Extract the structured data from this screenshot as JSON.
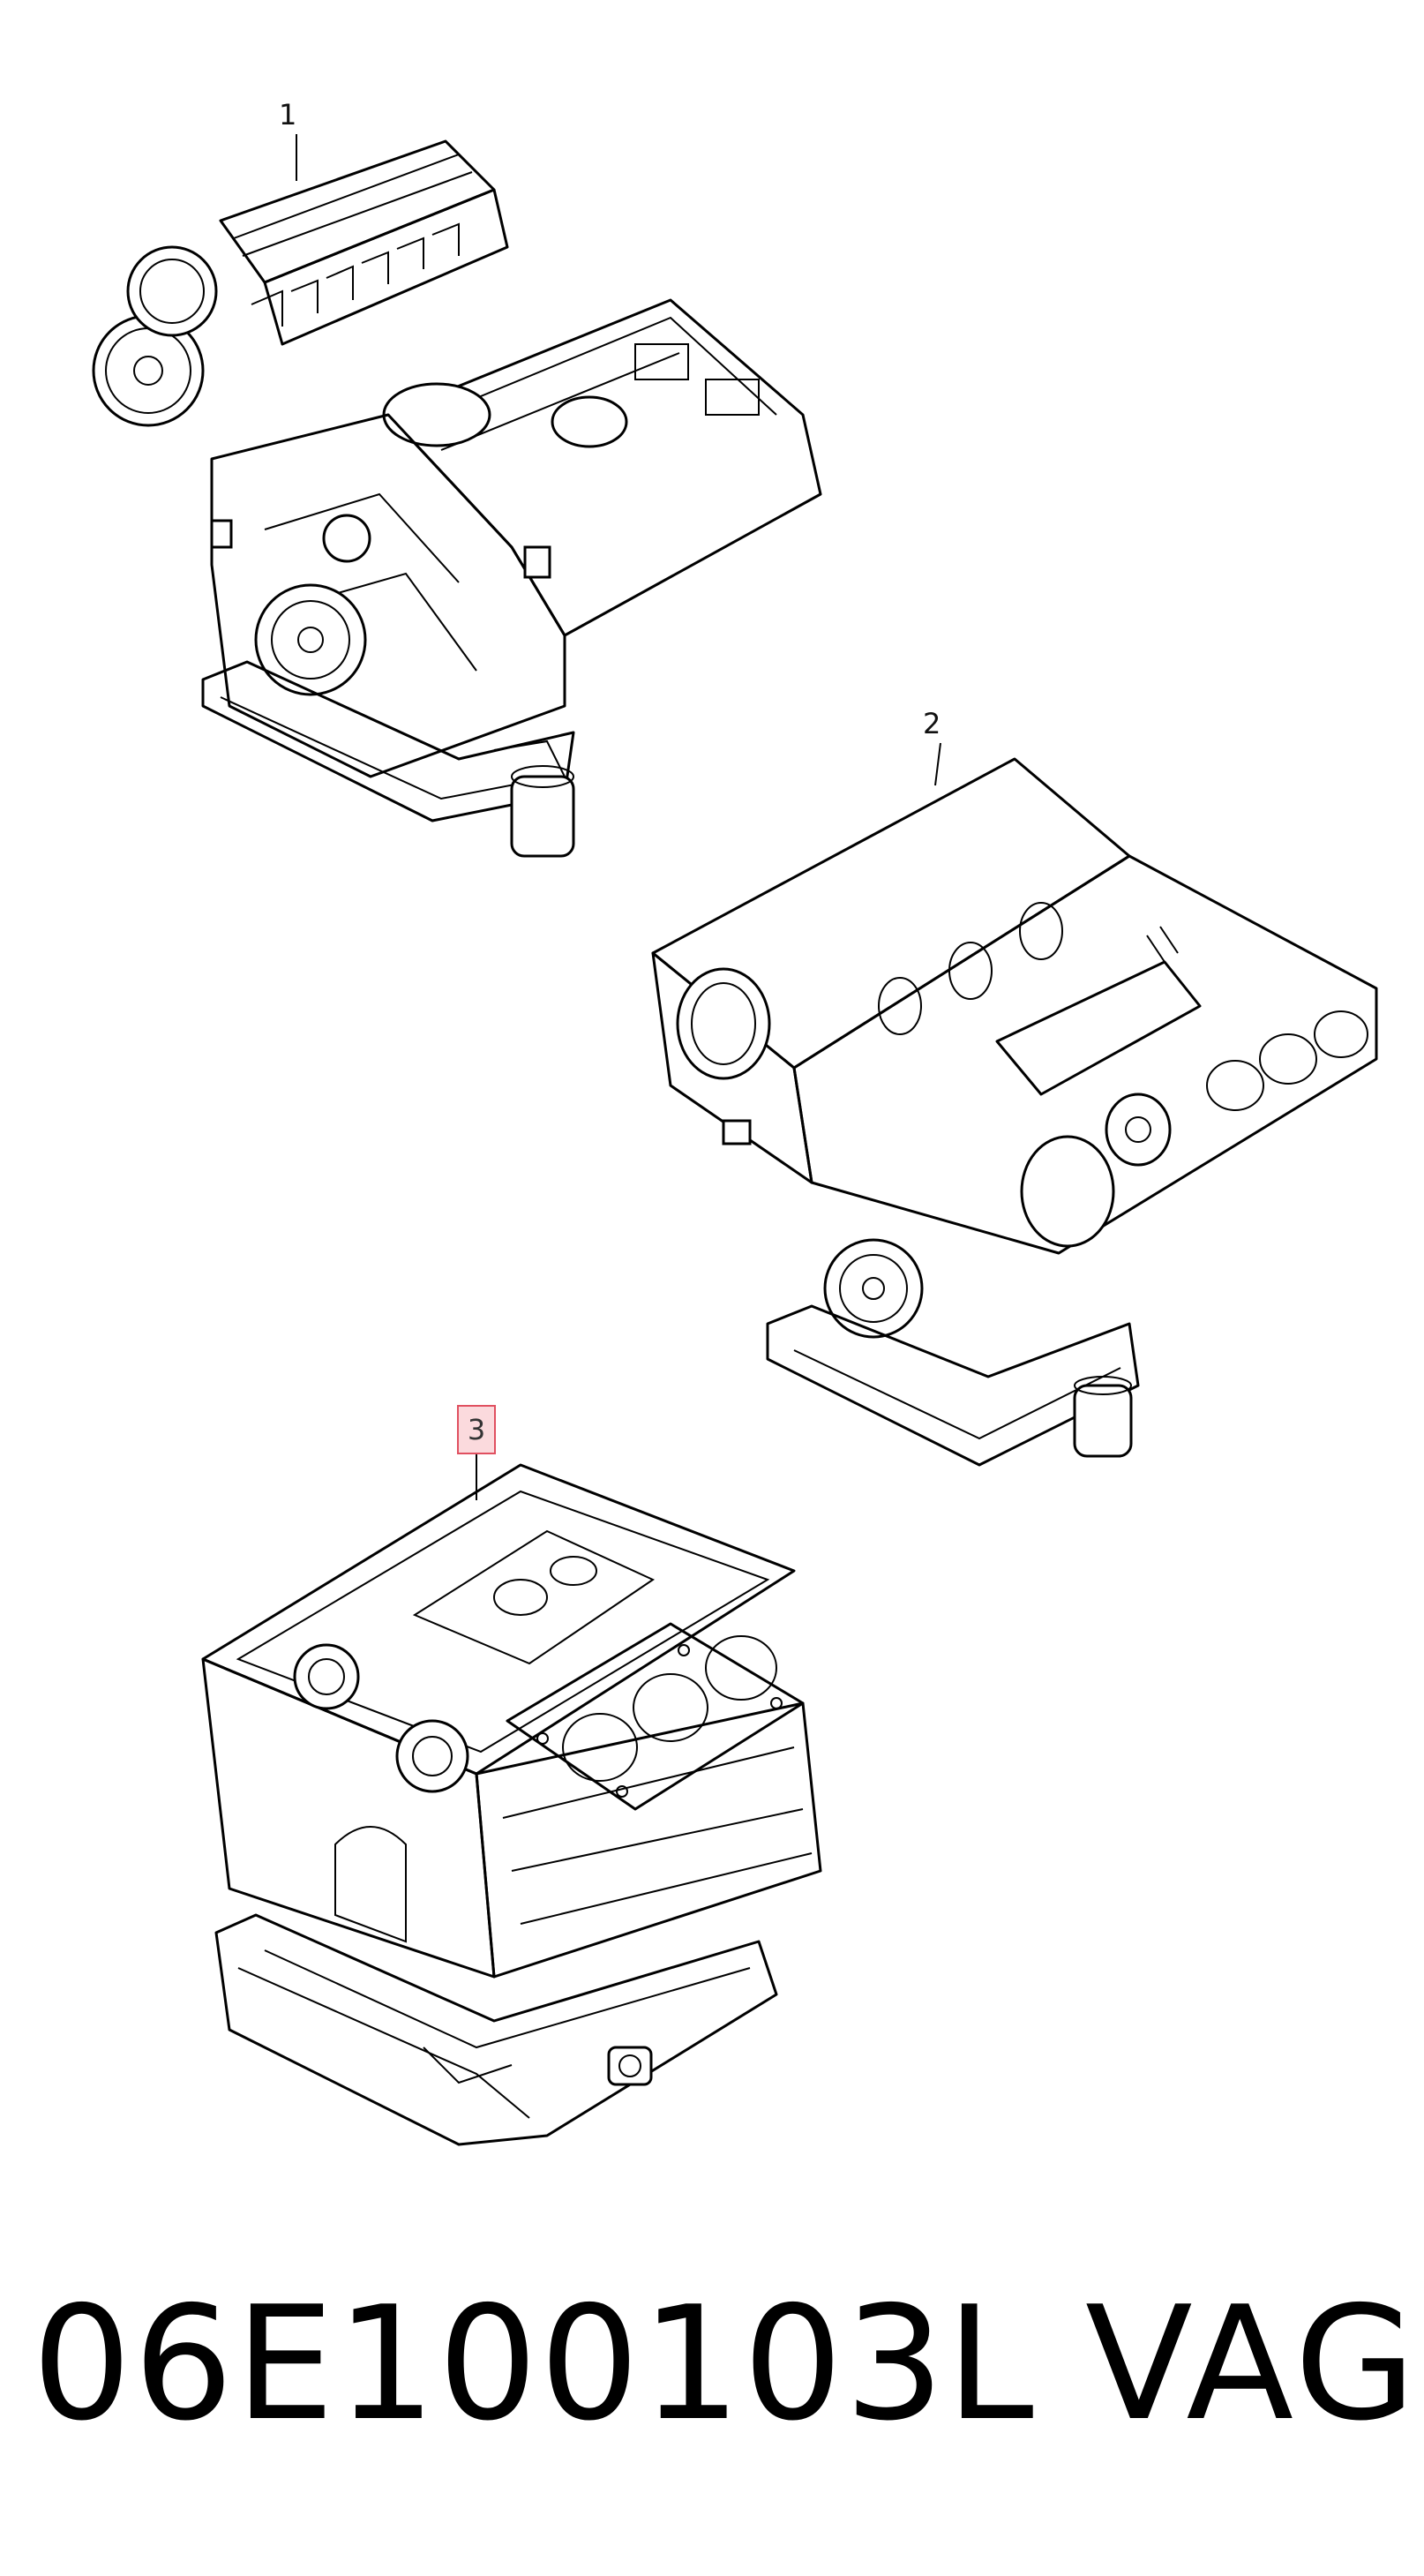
{
  "callouts": {
    "item_1": "1",
    "item_2": "2",
    "item_3": "3"
  },
  "footer": {
    "part_number": "06E100103L",
    "brand": "VAG"
  },
  "colors": {
    "line": "#000000",
    "highlight_border": "#e05060",
    "highlight_fill": "#fbdadd"
  }
}
